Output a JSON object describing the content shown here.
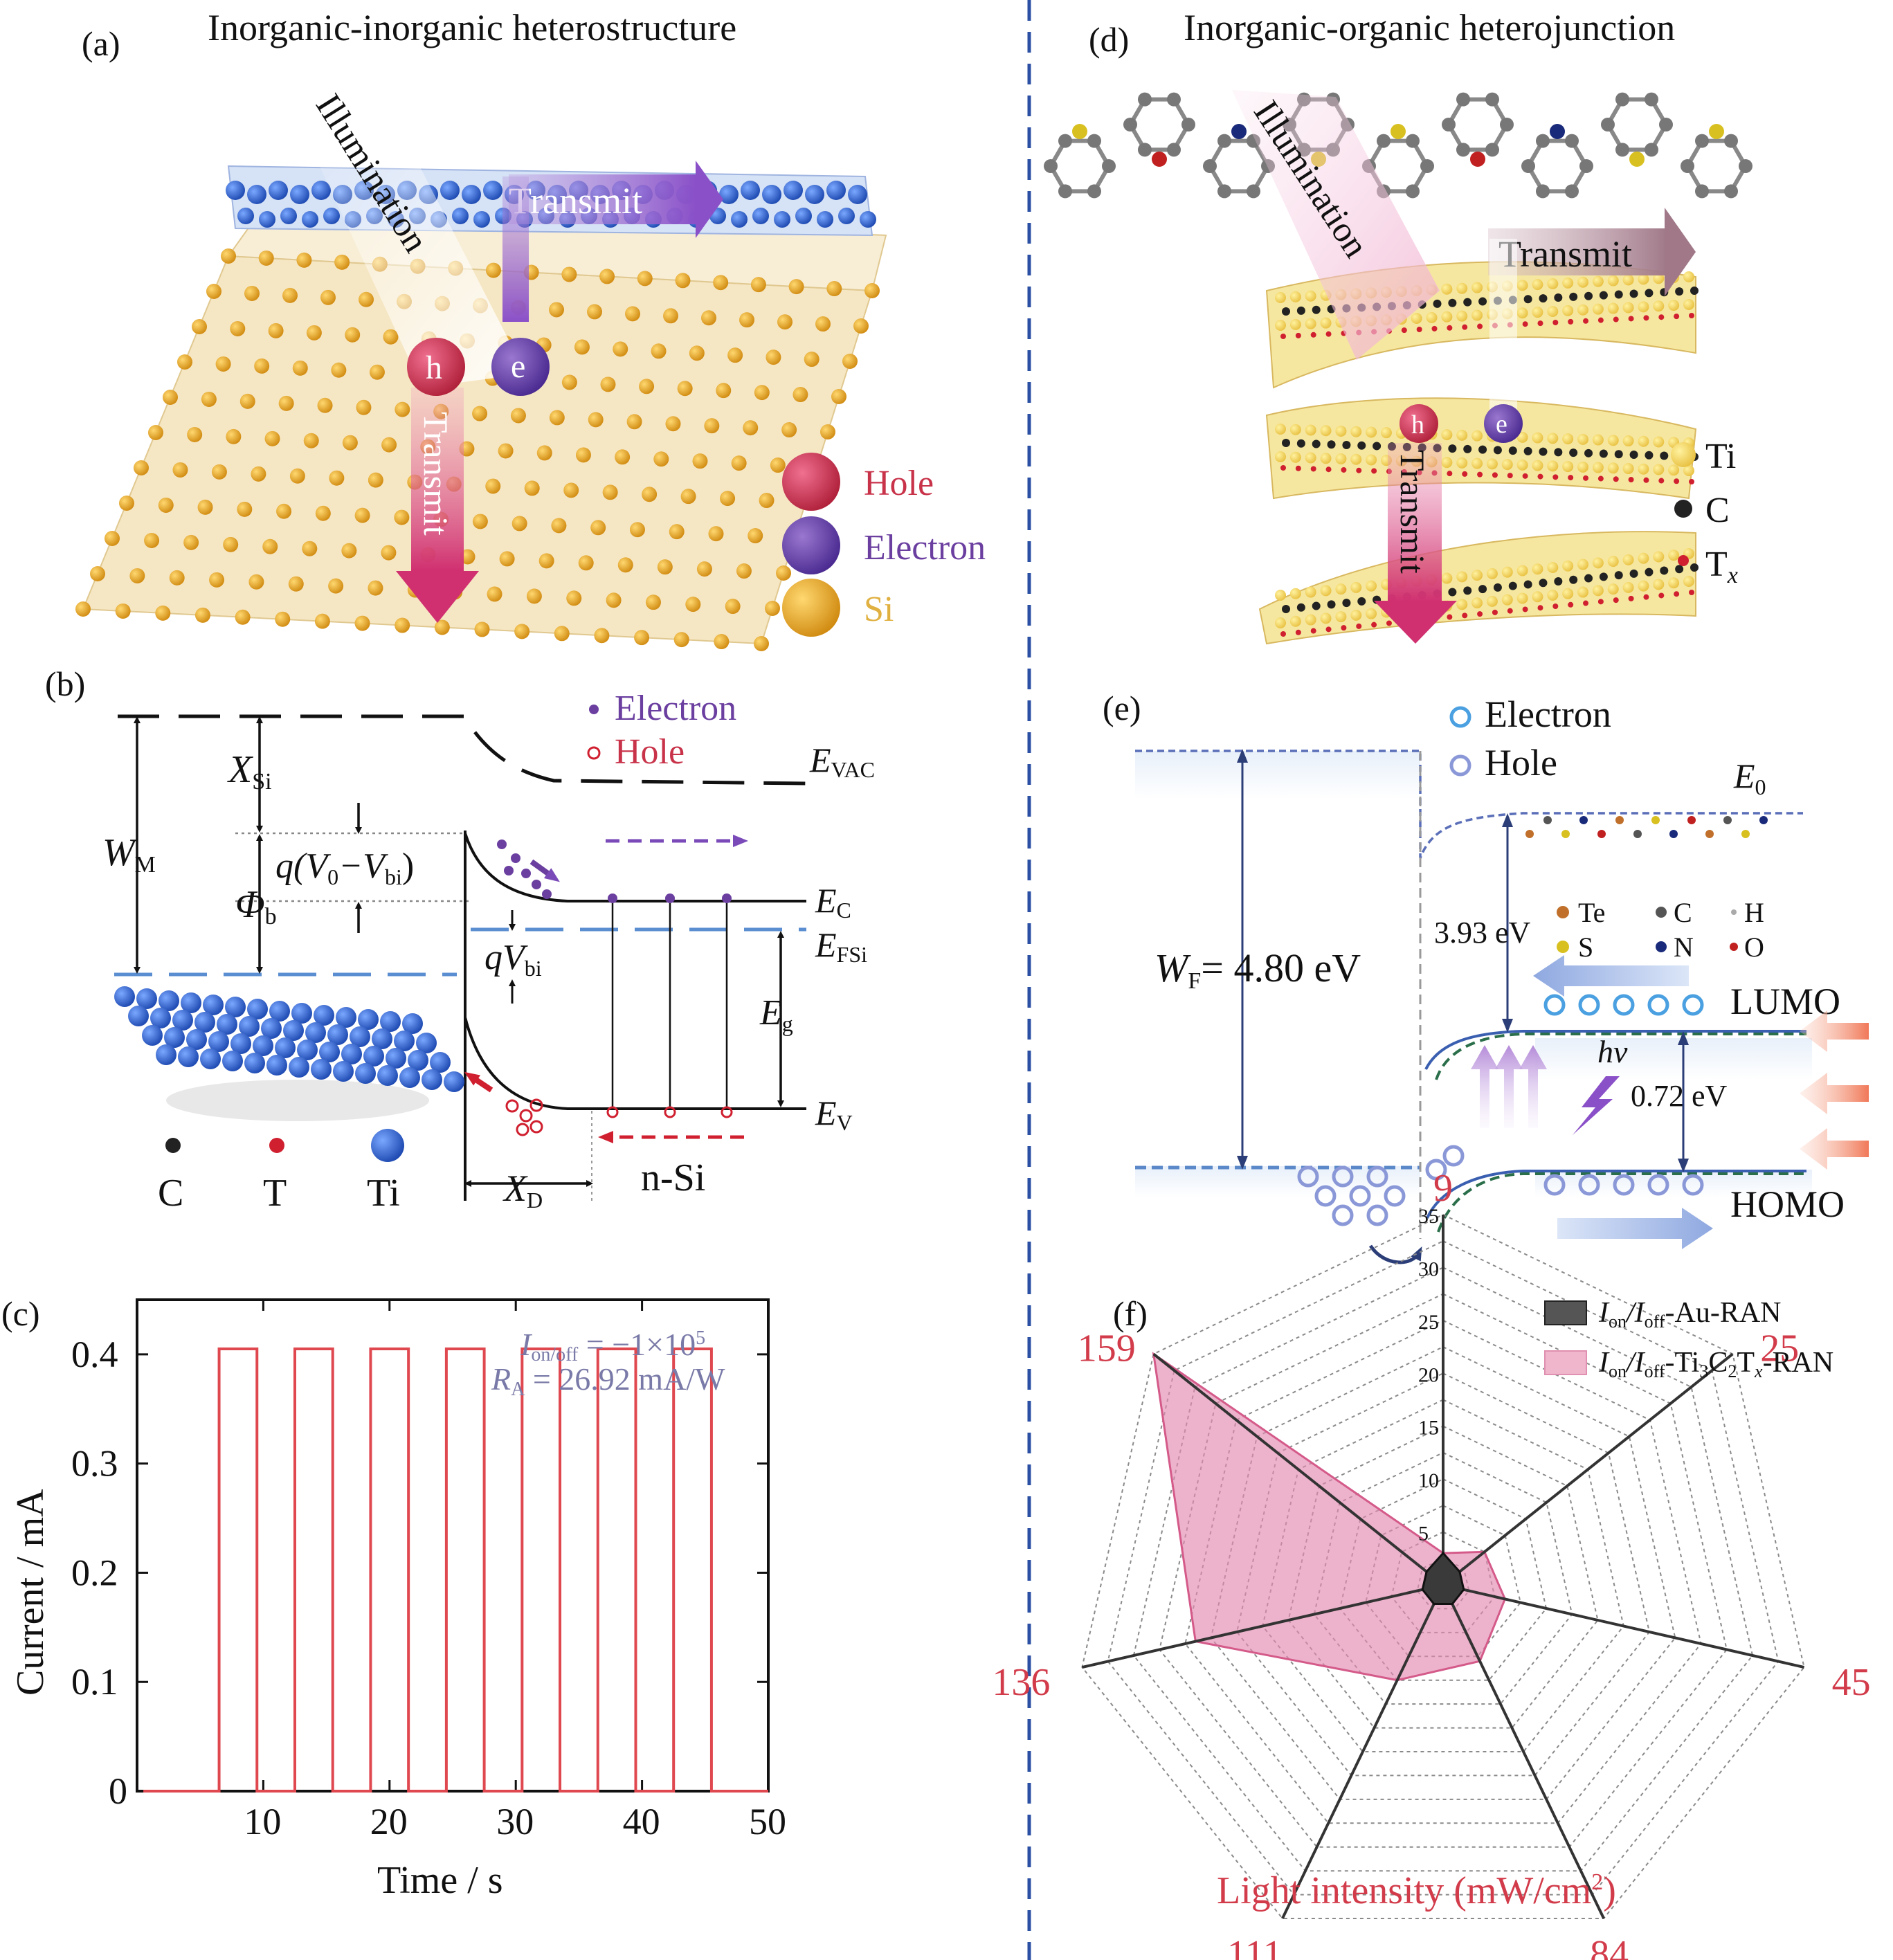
{
  "colors": {
    "divider": "#2a4fa3",
    "red": "#d23b4a",
    "hole": "#c8334a",
    "electron": "#6b3fa0",
    "si": "#f0b030",
    "ti_blue": "#3f6fd0",
    "grid": "#8a8a8a",
    "pink": "#d45a8a"
  },
  "panel_a": {
    "label": "(a)",
    "title": "Inorganic-inorganic heterostructure",
    "illumination": "Illumination",
    "transmit_h": "Transmit",
    "transmit_v": "Transmit",
    "hole_glyph": "h",
    "electron_glyph": "e",
    "legend": [
      "Hole",
      "Electron",
      "Si"
    ]
  },
  "panel_b": {
    "label": "(b)",
    "legend_electron": "Electron",
    "legend_hole": "Hole",
    "E_VAC": "E",
    "E_VAC_sub": "VAC",
    "W_M": "W",
    "W_M_sub": "M",
    "X_Si": "X",
    "X_Si_sub": "Si",
    "q_V0_Vbi": [
      "q(V",
      "0",
      "−V",
      "bi",
      ")"
    ],
    "Phi_b": "Φ",
    "Phi_b_sub": "b",
    "qVbi": "qV",
    "qVbi_sub": "bi",
    "E_C": "E",
    "E_C_sub": "C",
    "E_FSi": "E",
    "E_FSi_sub": "FSi",
    "E_g": "E",
    "E_g_sub": "g",
    "E_V": "E",
    "E_V_sub": "V",
    "X_D": "X",
    "X_D_sub": "D",
    "n_Si": "n-Si",
    "atoms": [
      "C",
      "T",
      "Ti"
    ]
  },
  "panel_c": {
    "label": "(c)",
    "ylabel": "Current / mA",
    "xlabel": "Time / s",
    "annot1": [
      "I",
      "on/off",
      " = −1×10",
      "5"
    ],
    "annot2": [
      "R",
      "A",
      " = 26.92 mA/W"
    ]
  },
  "panel_d": {
    "label": "(d)",
    "title": "Inorganic-organic heterojunction",
    "illumination": "Illumination",
    "transmit_h": "Transmit",
    "transmit_v": "Transmit",
    "hole_glyph": "h",
    "electron_glyph": "e",
    "legend": [
      "Ti",
      "C",
      "T"
    ],
    "legend_x": "x"
  },
  "panel_e": {
    "label": "(e)",
    "legend_electron": "Electron",
    "legend_hole": "Hole",
    "E0": "E",
    "E0_sub": "0",
    "WF": [
      "W",
      "F",
      "= 4.80 eV"
    ],
    "gap1": "3.93 eV",
    "gap2": "0.72 eV",
    "hv": "hv",
    "LUMO": "LUMO",
    "HOMO": "HOMO",
    "elements": [
      "Te",
      "C",
      "H",
      "S",
      "N",
      "O"
    ]
  },
  "panel_f": {
    "label": "(f)",
    "legend1": [
      "I",
      "on",
      "/I",
      "off",
      "-Au-RAN"
    ],
    "legend2": [
      "I",
      "on",
      "/I",
      "off",
      "-Ti",
      "3",
      "C",
      "2",
      "T",
      "x",
      "-RAN"
    ],
    "xlabel": "Light intensity (mW/cm",
    "xlabel_sup": "2",
    "xlabel_end": ")"
  },
  "chart_data": [
    {
      "type": "line",
      "xlabel": "Time / s",
      "ylabel": "Current / mA",
      "xlim": [
        0,
        50
      ],
      "ylim": [
        0,
        0.45
      ],
      "xticks": [
        10,
        20,
        30,
        40,
        50
      ],
      "yticks": [
        0,
        0.1,
        0.2,
        0.3,
        0.4
      ],
      "ytick_labels": [
        "0",
        "0.1",
        "0.2",
        "0.3",
        "0.4"
      ],
      "pulses": [
        {
          "on": 6.5,
          "off": 9.5
        },
        {
          "on": 12.5,
          "off": 15.5
        },
        {
          "on": 18.5,
          "off": 21.5
        },
        {
          "on": 24.5,
          "off": 27.5
        },
        {
          "on": 30.5,
          "off": 33.5
        },
        {
          "on": 36.5,
          "off": 39.5
        },
        {
          "on": 42.5,
          "off": 45.5
        }
      ],
      "on_level": 0.405,
      "off_level": 0.0
    },
    {
      "type": "radar",
      "axes": [
        "9",
        "25",
        "45",
        "84",
        "111",
        "136",
        "159"
      ],
      "rlim": [
        0,
        35
      ],
      "rticks": [
        5,
        10,
        15,
        20,
        25,
        30,
        35
      ],
      "series": [
        {
          "name": "Ion/Ioff-Au-RAN",
          "values": [
            3,
            2,
            2,
            2,
            2,
            2,
            2
          ]
        },
        {
          "name": "Ion/Ioff-Ti3C2Tx-RAN",
          "values": [
            3,
            5,
            6,
            8,
            10,
            24,
            35
          ]
        }
      ]
    }
  ]
}
